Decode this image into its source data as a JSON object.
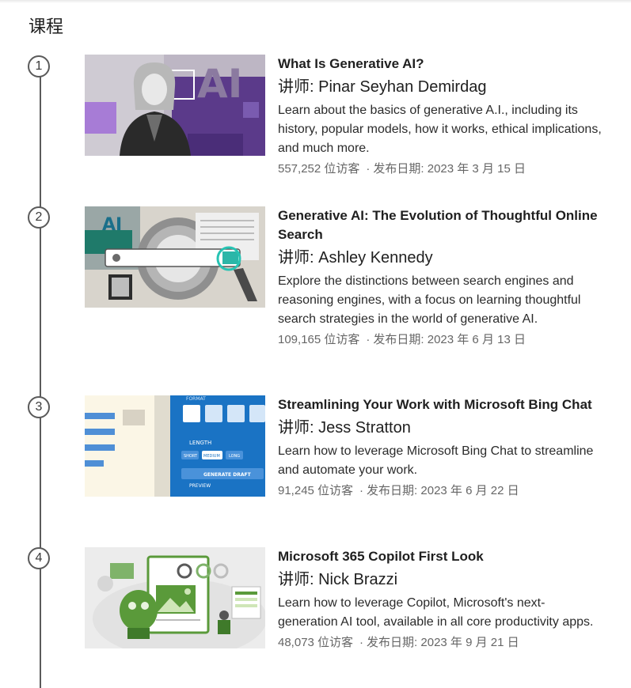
{
  "section": {
    "title": "课程"
  },
  "meta_dot": "·",
  "courses": [
    {
      "number": "1",
      "title": "What Is Generative AI?",
      "instructor": "讲师: Pinar Seyhan Demirdag",
      "description": "Learn about the basics of generative A.I., including its history, popular models, how it works, ethical implications, and much more.",
      "viewers": "557,252 位访客",
      "published": "发布日期: 2023 年 3 月 15 日",
      "thumb_text": "AI"
    },
    {
      "number": "2",
      "title": "Generative AI: The Evolution of Thoughtful Online Search",
      "instructor": "讲师: Ashley Kennedy",
      "description": "Explore the distinctions between search engines and reasoning engines, with a focus on learning thoughtful search strategies in the world of generative AI.",
      "viewers": "109,165 位访客",
      "published": "发布日期: 2023 年 6 月 13 日",
      "thumb_text": "AI"
    },
    {
      "number": "3",
      "title": "Streamlining Your Work with Microsoft Bing Chat",
      "instructor": "讲师: Jess Stratton",
      "description": "Learn how to leverage Microsoft Bing Chat to streamline and automate your work.",
      "viewers": "91,245 位访客",
      "published": "发布日期: 2023 年 6 月 22 日",
      "thumb_labels": {
        "format": "FORMAT",
        "length": "LENGTH",
        "short": "SHORT",
        "medium": "MEDIUM",
        "long": "LONG",
        "generate": "GENERATE DRAFT",
        "preview": "PREVIEW"
      }
    },
    {
      "number": "4",
      "title": "Microsoft 365 Copilot First Look",
      "instructor": "讲师: Nick Brazzi",
      "description": "Learn how to leverage Copilot, Microsoft's next-generation AI tool, available in all core productivity apps.",
      "viewers": "48,073 位访客",
      "published": "发布日期: 2023 年 9 月 21 日"
    }
  ],
  "colors": {
    "accent_purple": "#5b3a8a",
    "bing_blue": "#1a73c4",
    "copilot_green": "#5a9a3a",
    "timeline": "#5a5a5a"
  }
}
